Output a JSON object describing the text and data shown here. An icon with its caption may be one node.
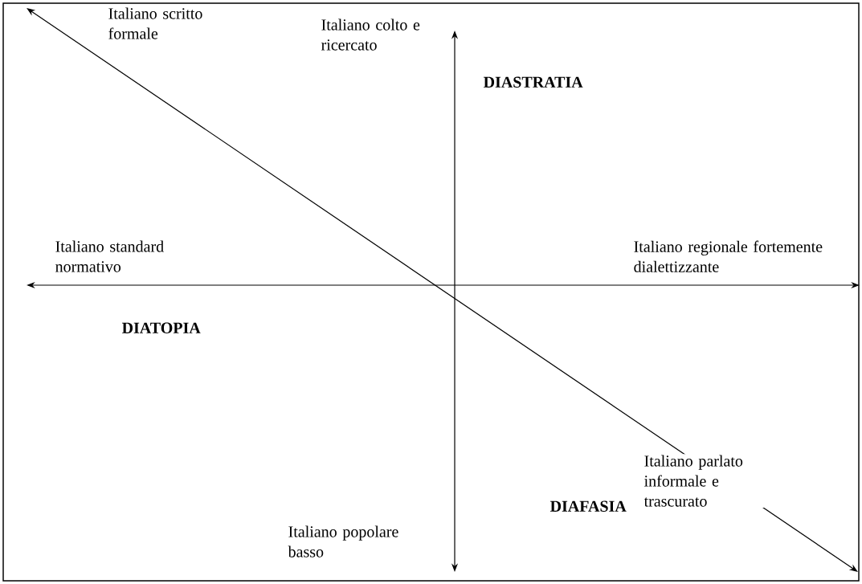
{
  "diagram": {
    "labels": [
      "Italiano scritto formale",
      "Italiano colto e ricercato",
      "DIASTRATIA",
      "Italiano standard normativo",
      "Italiano regionale fortemente dialettizzante",
      "DIATOPIA",
      "Italiano parlato informale e trascurato",
      "DIAFASIA",
      "Italiano popolare basso"
    ]
  }
}
